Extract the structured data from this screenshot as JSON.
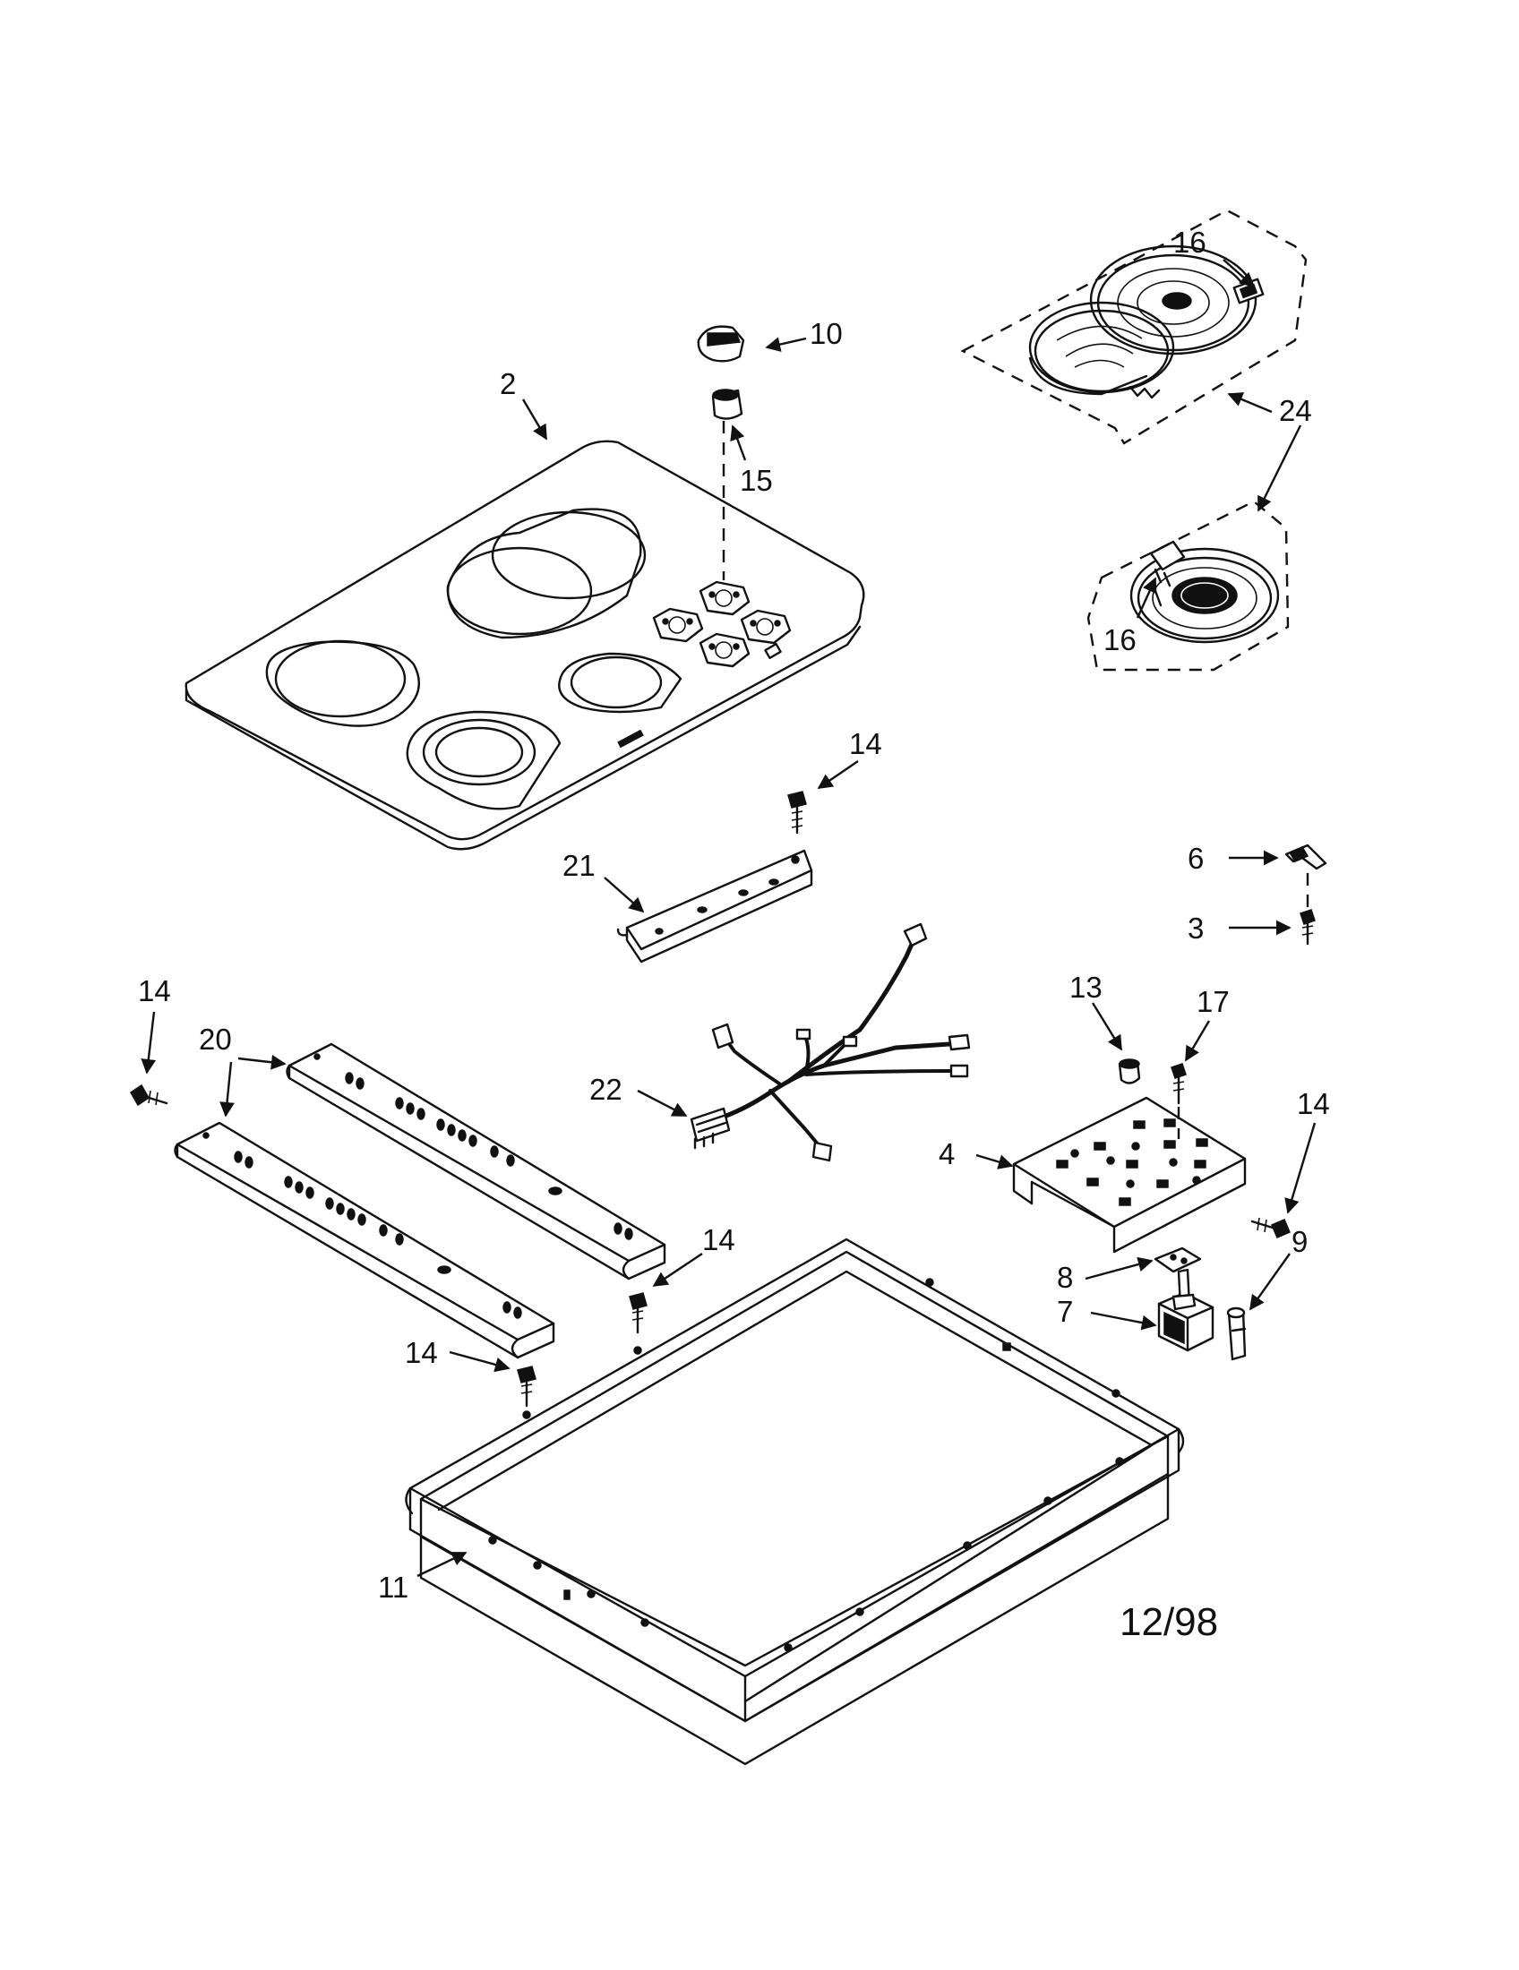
{
  "diagram": {
    "date_code": "12/98",
    "callouts": {
      "c2": "2",
      "c10": "10",
      "c15": "15",
      "c16a": "16",
      "c16b": "16",
      "c24": "24",
      "c14a": "14",
      "c14b": "14",
      "c14c": "14",
      "c14d": "14",
      "c14e": "14",
      "c21": "21",
      "c6": "6",
      "c3": "3",
      "c13": "13",
      "c17": "17",
      "c20": "20",
      "c22": "22",
      "c4": "4",
      "c9": "9",
      "c8": "8",
      "c7": "7",
      "c11": "11"
    }
  }
}
